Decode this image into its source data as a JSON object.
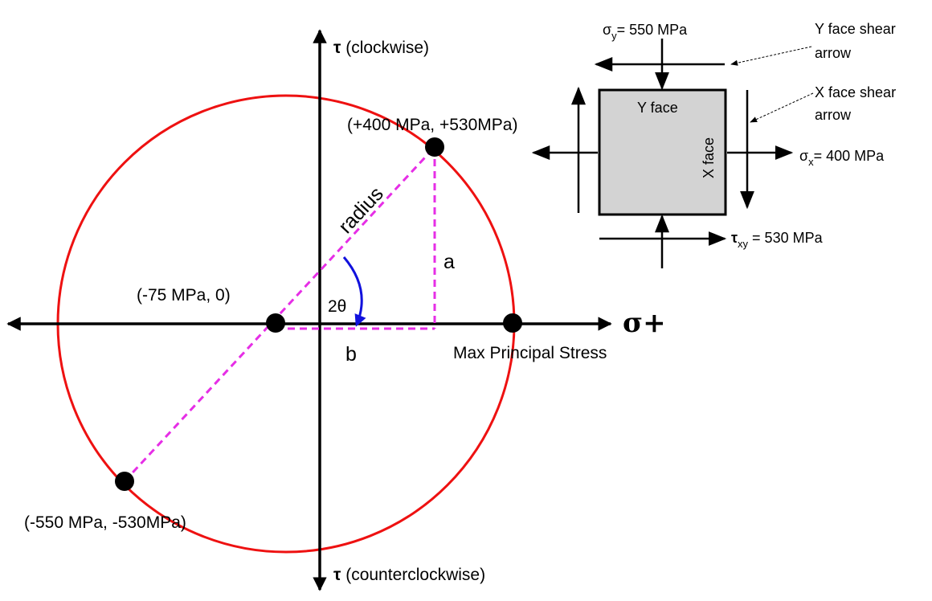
{
  "colors": {
    "circle": "#ee1111",
    "dashed": "#e62ee6",
    "angle_arrow": "#1111dd",
    "element_fill": "#d3d3d3",
    "ink": "#000000"
  },
  "axes": {
    "tau_top": {
      "symbol": "τ",
      "text": " (clockwise)"
    },
    "tau_bottom": {
      "symbol": "τ",
      "text": " (counterclockwise)"
    },
    "sigma": "σ+"
  },
  "points": {
    "upper": "(+400 MPa, +530MPa)",
    "center": "(-75 MPa, 0)",
    "lower": "(-550 MPa, -530MPa)",
    "max_principal": "Max Principal Stress"
  },
  "labels": {
    "radius": "radius",
    "a": "a",
    "b": "b",
    "two_theta": "2θ"
  },
  "element": {
    "sigma_y": {
      "sym": "σ",
      "sub": "y",
      "rest": "= 550 MPa"
    },
    "sigma_x": {
      "sym": "σ",
      "sub": "x",
      "rest": "= 400 MPa"
    },
    "tau_xy": {
      "sym": "τ",
      "sub": "xy",
      "rest": " = 530 MPa"
    },
    "y_face": "Y face",
    "x_face": "X face",
    "y_shear_line1": "Y face shear",
    "y_shear_line2": "arrow",
    "x_shear_line1": "X face shear",
    "x_shear_line2": "arrow"
  }
}
